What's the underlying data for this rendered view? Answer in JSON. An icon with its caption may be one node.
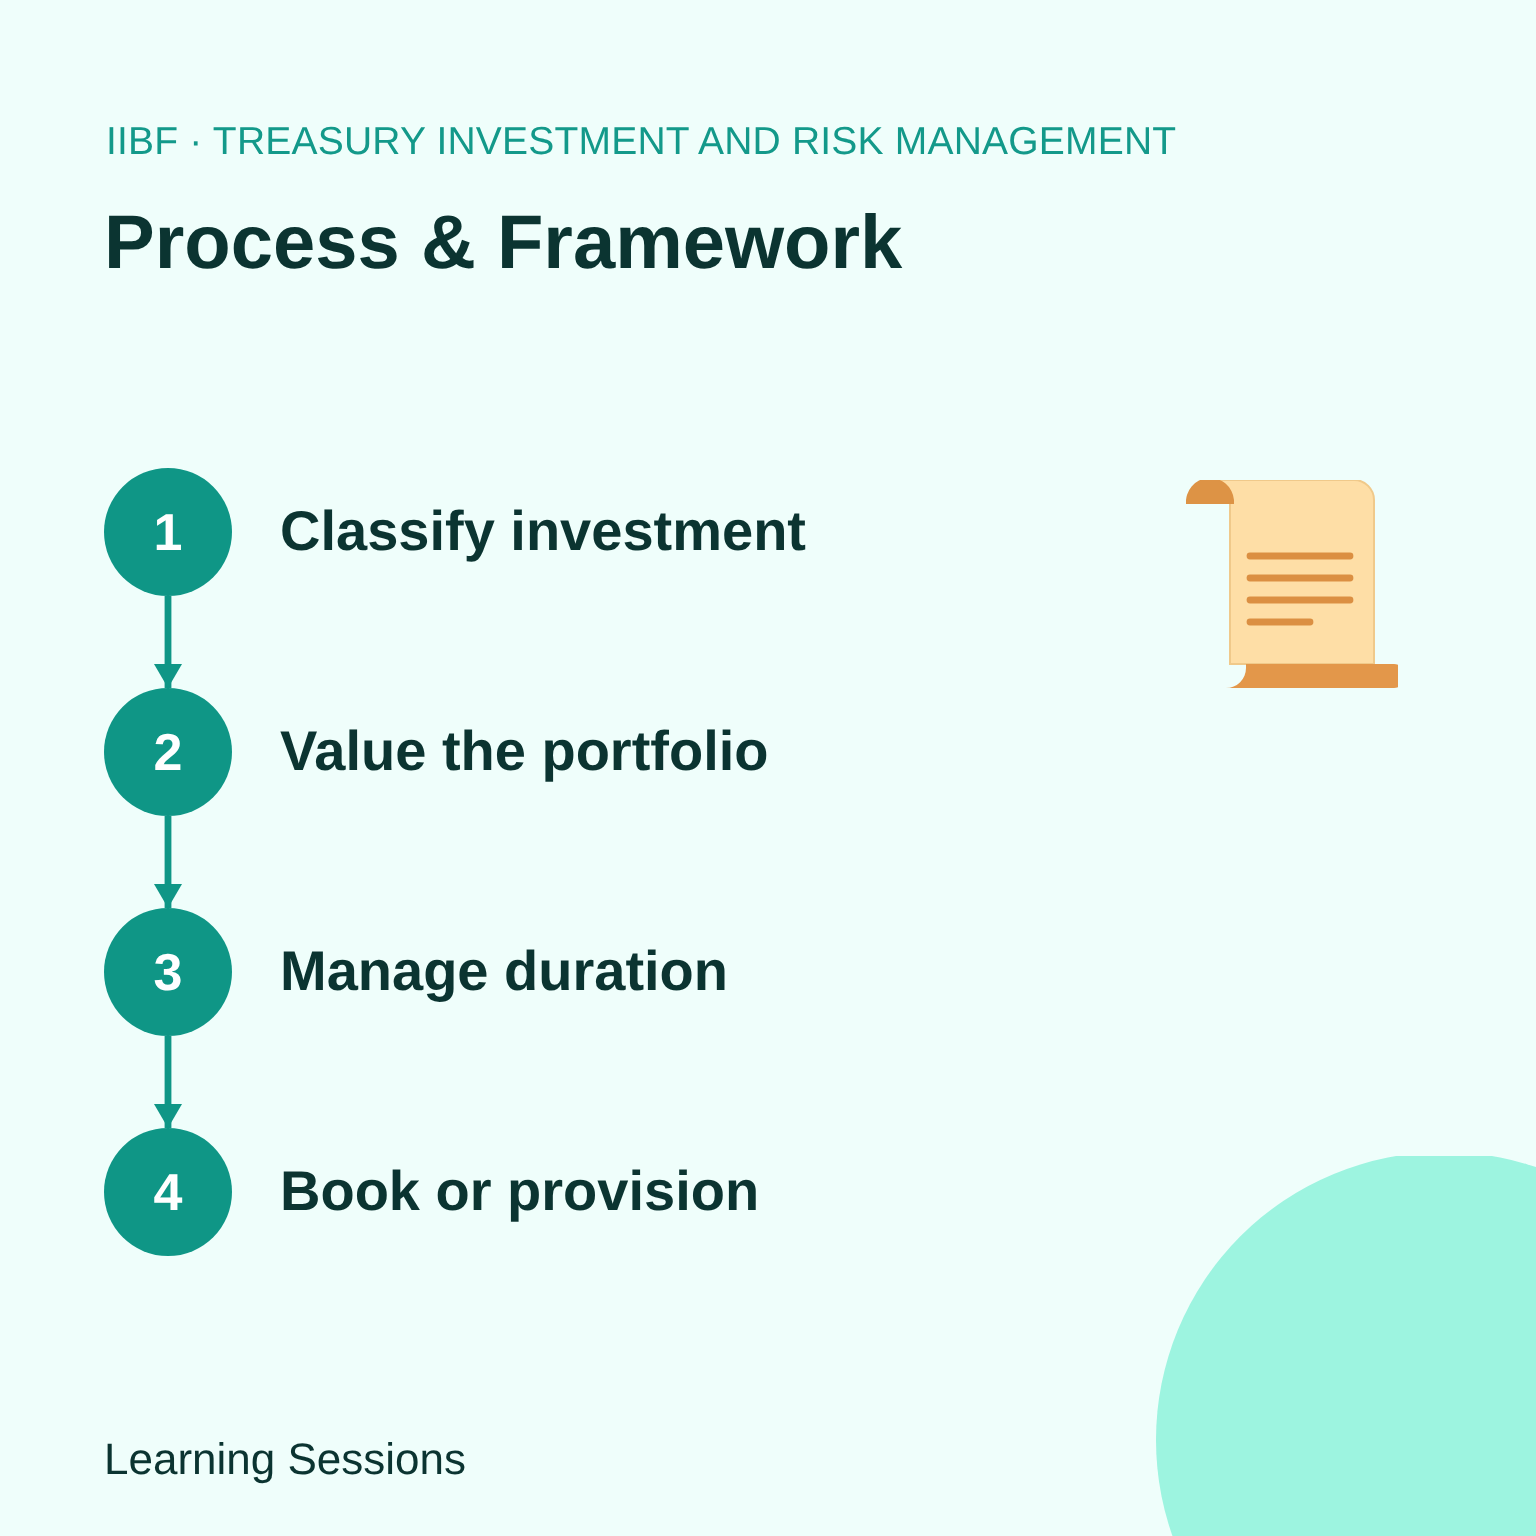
{
  "diagram": {
    "title": "Process & Framework",
    "nodes": [
      {
        "text": [
          "1"
        ],
        "beside": [
          "Classify investment"
        ]
      },
      {
        "text": [
          "2"
        ],
        "beside": [
          "Value the portfolio"
        ]
      },
      {
        "text": [
          "3"
        ],
        "beside": [
          "Manage duration"
        ]
      },
      {
        "text": [
          "4"
        ],
        "beside": [
          "Book or provision"
        ]
      }
    ],
    "edges": [
      {
        "from": 0,
        "to": 1,
        "arrow": "to"
      },
      {
        "from": 1,
        "to": 2,
        "arrow": "to"
      },
      {
        "from": 2,
        "to": 3,
        "arrow": "to"
      }
    ],
    "labels": [
      "IIBF · TREASURY INVESTMENT AND RISK MANAGEMENT",
      "Learning Sessions"
    ]
  }
}
